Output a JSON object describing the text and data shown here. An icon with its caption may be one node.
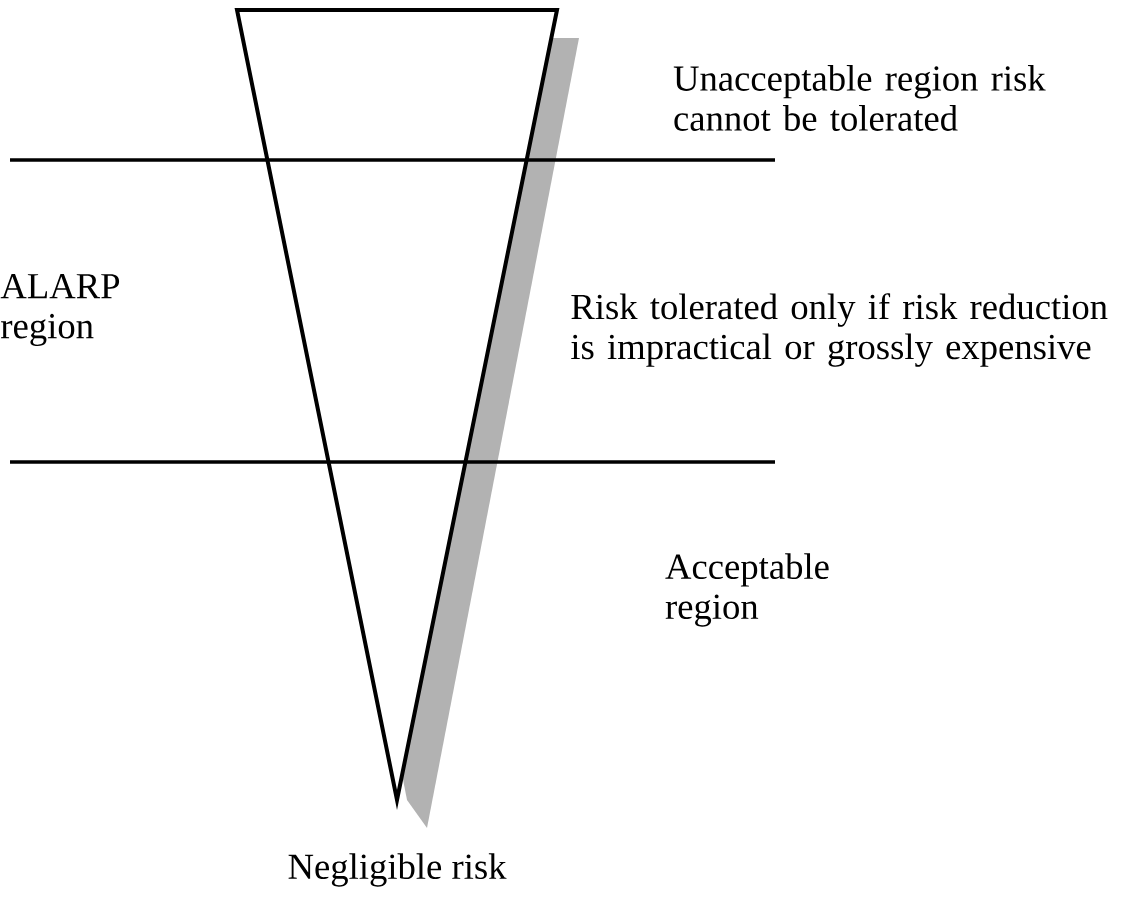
{
  "diagram": {
    "labels": [
      "Unacceptable region risk cannot be tolerated",
      "ALARP region",
      "Risk tolerated only if risk reduction is impractical or grossly expensive",
      "Acceptable region",
      "Negligible risk"
    ]
  }
}
